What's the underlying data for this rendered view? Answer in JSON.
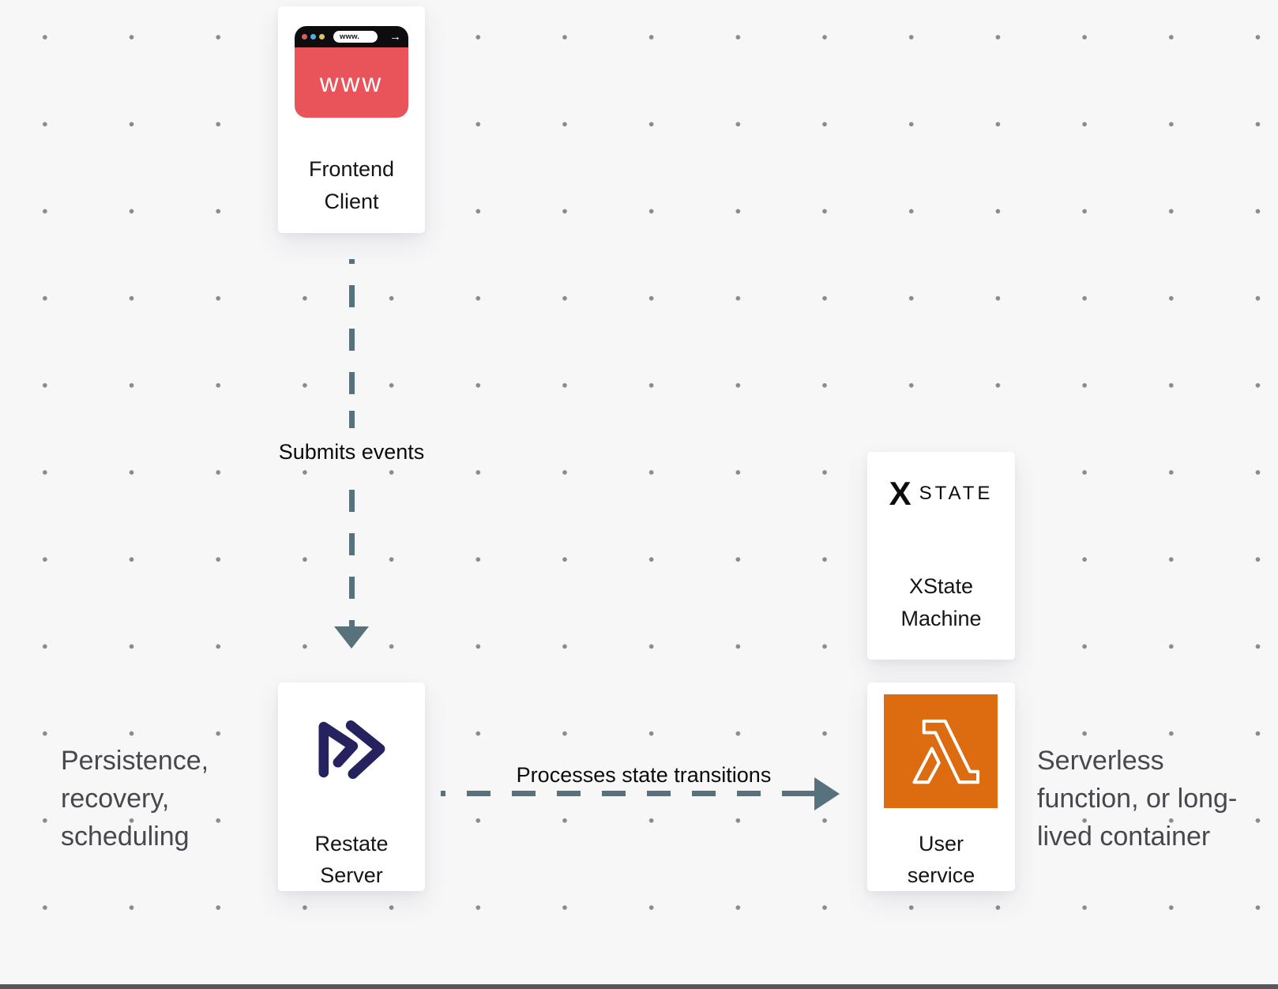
{
  "page": {
    "background_color": "#f7f7f8",
    "dot_grid_color": "#8b8b8d",
    "bottom_bar_color": "#58585a"
  },
  "nodes": {
    "frontend": {
      "label": [
        "Frontend",
        "Client"
      ],
      "icon": {
        "url_text": "www.",
        "body_text": "www",
        "forward_arrow": "→",
        "body_color": "#e9545a",
        "bar_color": "#0d0d10",
        "dot_colors": [
          "#e05c5c",
          "#4cb0e0",
          "#e5c45e"
        ]
      }
    },
    "restate": {
      "label": [
        "Restate",
        "Server"
      ],
      "logo_color": "#262260"
    },
    "xstate": {
      "logo": {
        "x": "X",
        "state": "STATE"
      },
      "label": [
        "XState",
        "Machine"
      ]
    },
    "user_service": {
      "label": [
        "User",
        "service"
      ],
      "icon_color": "#dd6b10",
      "icon_glyph_color": "#ffffff"
    }
  },
  "edges": {
    "submits_events": {
      "label": "Submits events",
      "color": "#57727d",
      "direction": "down"
    },
    "processes_transitions": {
      "label": "Processes state transitions",
      "color": "#57727d",
      "direction": "right"
    }
  },
  "annotations": {
    "left": {
      "lines": [
        "Persistence,",
        "recovery,",
        "scheduling"
      ]
    },
    "right": {
      "lines": [
        "Serverless",
        "function, or long-",
        "lived container"
      ]
    }
  }
}
